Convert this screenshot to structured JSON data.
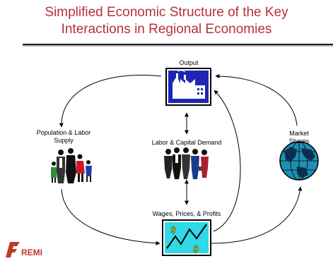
{
  "title": {
    "line1": "Simplified Economic Structure of the Key",
    "line2": "Interactions in Regional Economies"
  },
  "nodes": {
    "output": {
      "label": "Output",
      "icon": "factory-icon"
    },
    "labor_capital": {
      "label": "Labor & Capital Demand",
      "icon": "business-people-icon"
    },
    "population": {
      "label_line1": "Population & Labor",
      "label_line2": "Supply",
      "icon": "family-icon"
    },
    "wages": {
      "label": "Wages, Prices, & Profits",
      "icon": "rising-money-chart-icon"
    },
    "market": {
      "label_line1": "Market",
      "label_line2": "Shares",
      "icon": "globe-icon"
    }
  },
  "logo": {
    "text": "REMI",
    "icon": "remi-logo-icon"
  },
  "colors": {
    "title": "#b8313a",
    "factory_bg": "#1f25b5",
    "chart_bg": "#2fd9e6",
    "logo": "#c0392b"
  }
}
